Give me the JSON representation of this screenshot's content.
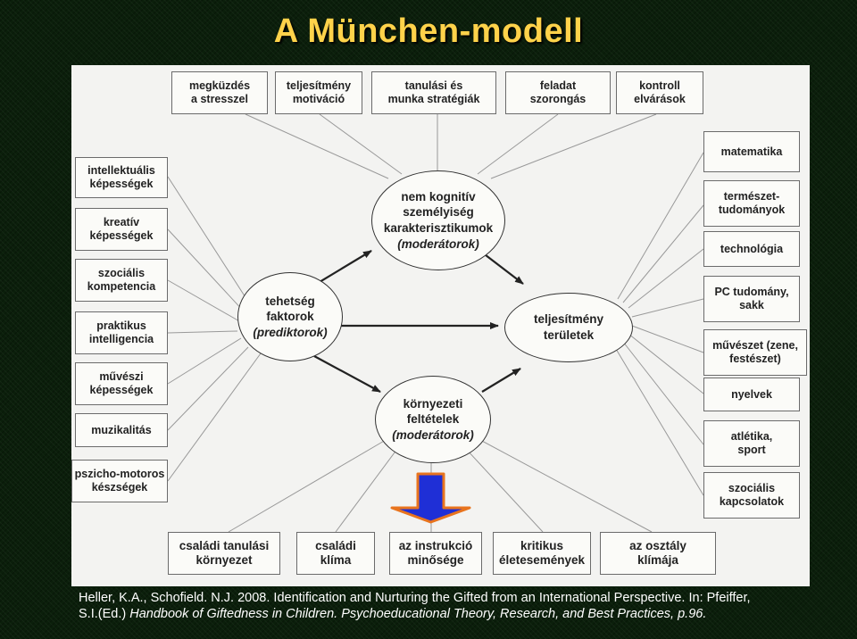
{
  "title": "A München-modell",
  "center": {
    "top": {
      "main": "nem kognitív\nszemélyiség\nkarakterisztikumok",
      "italic": "(moderátorok)"
    },
    "left": {
      "main": "tehetség\nfaktorok",
      "italic": "(prediktorok)"
    },
    "right": {
      "main": "teljesítmény\nterületek",
      "italic": ""
    },
    "bottom": {
      "main": "környezeti\nfeltételek",
      "italic": "(moderátorok)"
    }
  },
  "top_boxes": [
    "megküzdés\na stresszel",
    "teljesítmény\nmotiváció",
    "tanulási és\nmunka stratégiák",
    "feladat\nszorongás",
    "kontroll\nelvárások"
  ],
  "left_boxes": [
    "intellektuális\nképességek",
    "kreatív\nképességek",
    "szociális\nkompetencia",
    "praktikus\nintelligencia",
    "művészi\nképességek",
    "muzikalitás",
    "pszicho-motoros\nkészségek"
  ],
  "right_boxes": [
    "matematika",
    "természet-\ntudományok",
    "technológia",
    "PC tudomány,\nsakk",
    "művészet (zene,\nfestészet)",
    "nyelvek",
    "atlétika,\nsport",
    "szociális\nkapcsolatok"
  ],
  "bottom_boxes": [
    "családi tanulási\nkörnyezet",
    "családi\nklíma",
    "az instrukció\nminősége",
    "kritikus\néletesemények",
    "az osztály\nklímája"
  ],
  "citation": {
    "line1": "Heller, K.A.,  Schofield. N.J. 2008. Identification and Nurturing the Gifted from an International Perspective. In: Pfeiffer,",
    "line2_plain": "S.I.(Ed.) ",
    "line2_italic": "Handbook of Giftedness in Children. Psychoeducational Theory, Research, and Best Practices, p.96."
  },
  "colors": {
    "title": "#ffd24a",
    "highlight_arrow_fill": "#1f2fd6",
    "highlight_arrow_border": "#e8741e"
  }
}
